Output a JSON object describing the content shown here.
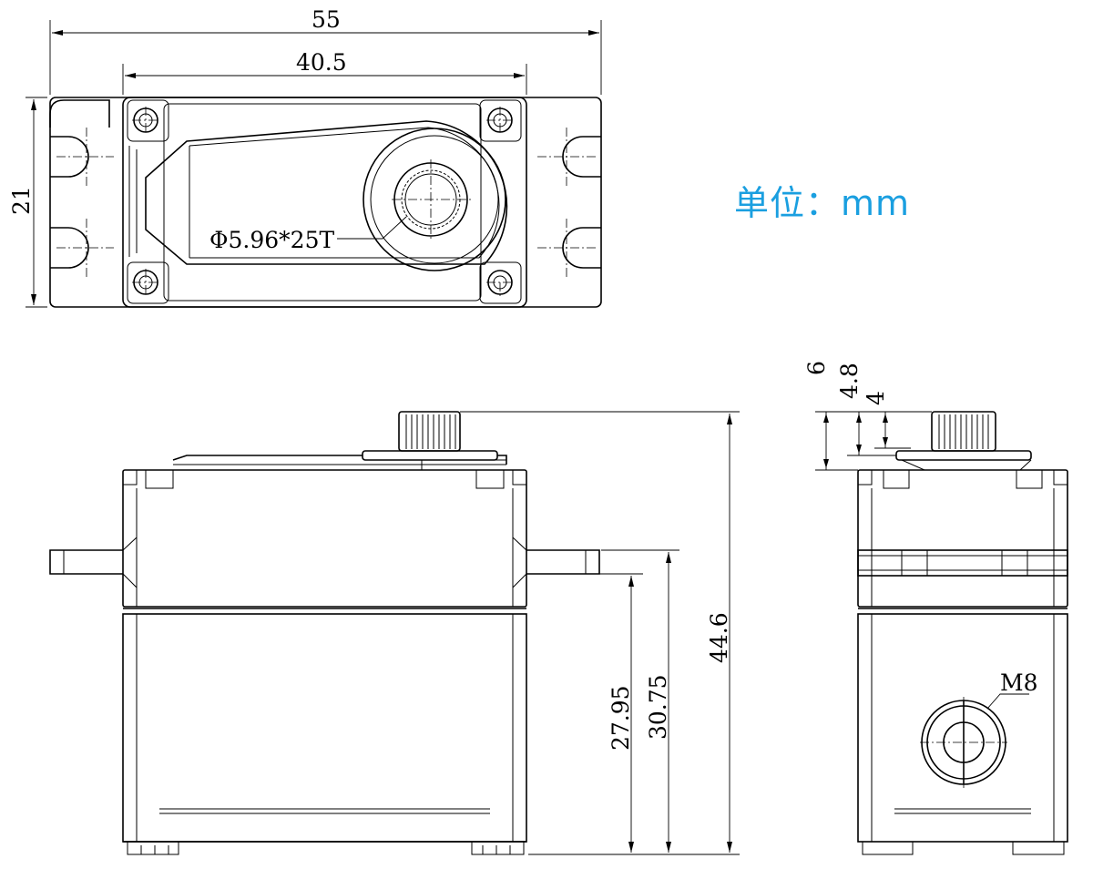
{
  "unit_label": "单位：mm",
  "accent_color": "#1a9fe0",
  "top_view": {
    "overall_width": "55",
    "body_width": "40.5",
    "height": "21",
    "spline_callout": "Φ5.96*25T"
  },
  "front_view": {
    "mount_height": "27.95",
    "tab_height": "30.75",
    "total_height": "44.6"
  },
  "side_view": {
    "spline_height_a": "6",
    "spline_height_b": "4.8",
    "spline_height_c": "4",
    "thread_callout": "M8"
  }
}
